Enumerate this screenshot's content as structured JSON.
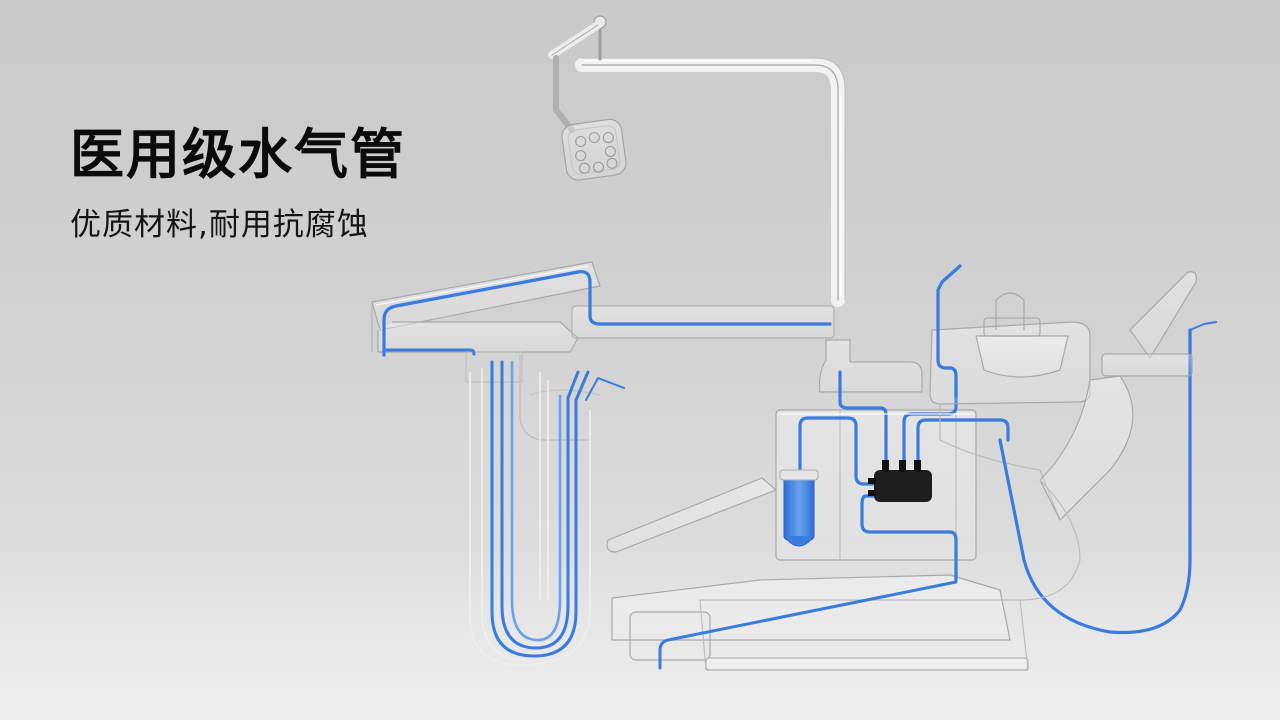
{
  "headline": {
    "title": "医用级水气管",
    "subtitle": "优质材料,耐用抗腐蚀"
  },
  "illustration": {
    "subject": "transparent dental chair unit with visible water and air tubing",
    "icons": [
      "dental-lamp-icon",
      "instrument-tray-icon",
      "water-bottle-icon",
      "control-valve-block-icon",
      "spittoon-bowl-icon",
      "headrest-icon"
    ]
  },
  "colors": {
    "background_top": "#c9c9c9",
    "background_bottom": "#e6e6e6",
    "tube_blue": "#3a7be0",
    "tube_blue_light": "#6aa2ee",
    "valve_block": "#1e1e1e",
    "glass_outline": "#f4f4f4",
    "glass_edge": "#a9a9a9",
    "headline_text": "#0b0b0b"
  }
}
